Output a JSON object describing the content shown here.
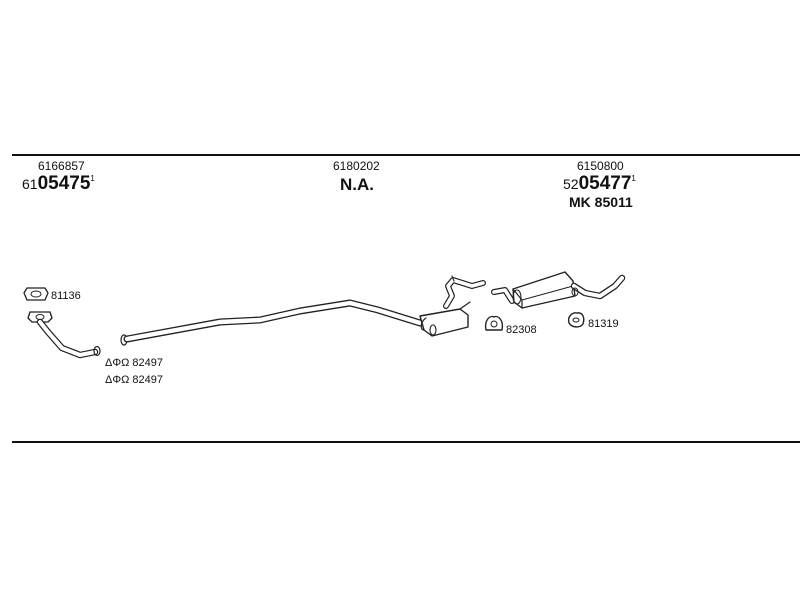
{
  "columns": [
    {
      "top_code": "6166857",
      "prefix": "61",
      "main_code": "05475",
      "footnote": "1"
    },
    {
      "top_code": "6180202",
      "main_text": "N.A."
    },
    {
      "top_code": "6150800",
      "prefix": "52",
      "main_code": "05477",
      "footnote": "1",
      "secondary": "MK  85011"
    }
  ],
  "parts": {
    "gasket": "81136",
    "clamp_1": "ΔΦΩ 82497",
    "clamp_2": "ΔΦΩ 82497",
    "bracket": "82308",
    "rubber_mount": "81319"
  }
}
